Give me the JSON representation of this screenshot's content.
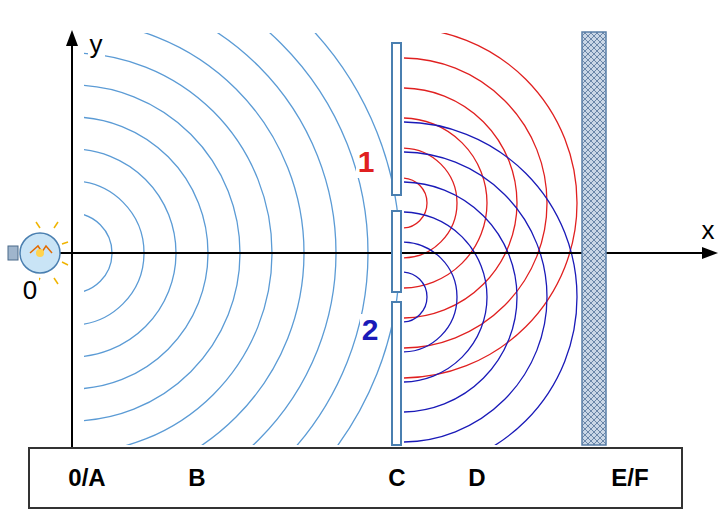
{
  "diagram": {
    "nodes": [
      {
        "text": [
          "0/A",
          "B",
          "C",
          "D",
          "E/F"
        ]
      }
    ],
    "labels": [
      "y",
      "x",
      "0",
      "1",
      "2"
    ]
  }
}
